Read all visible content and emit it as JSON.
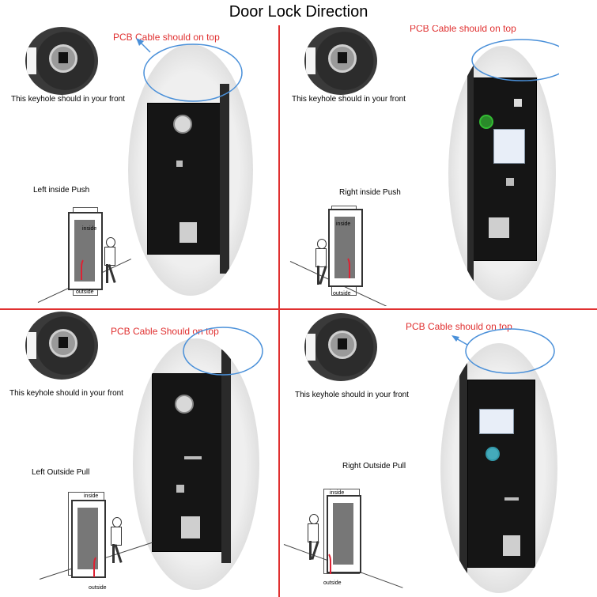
{
  "title": "Door Lock Direction",
  "colors": {
    "accent_red": "#e03030",
    "ellipse_blue": "#4a90d9",
    "lock_black": "#151515"
  },
  "quadrants": [
    {
      "id": "tl",
      "pcb_label": "PCB Cable should on top",
      "keyhole_caption": "This keyhole should in your front",
      "direction": "Left inside Push",
      "inside_label": "inside",
      "outside_label": "outside"
    },
    {
      "id": "tr",
      "pcb_label": "PCB Cable should on top",
      "keyhole_caption": "This keyhole should in your front",
      "direction": "Right inside Push",
      "inside_label": "inside",
      "outside_label": "outside"
    },
    {
      "id": "bl",
      "pcb_label": "PCB Cable Should on top",
      "keyhole_caption": "This keyhole should in your front",
      "direction": "Left Outside Pull",
      "inside_label": "inside",
      "outside_label": "outside"
    },
    {
      "id": "br",
      "pcb_label": "PCB Cable should on top",
      "keyhole_caption": "This keyhole should in your front",
      "direction": "Right Outside Pull",
      "inside_label": "inside",
      "outside_label": "outside"
    }
  ]
}
